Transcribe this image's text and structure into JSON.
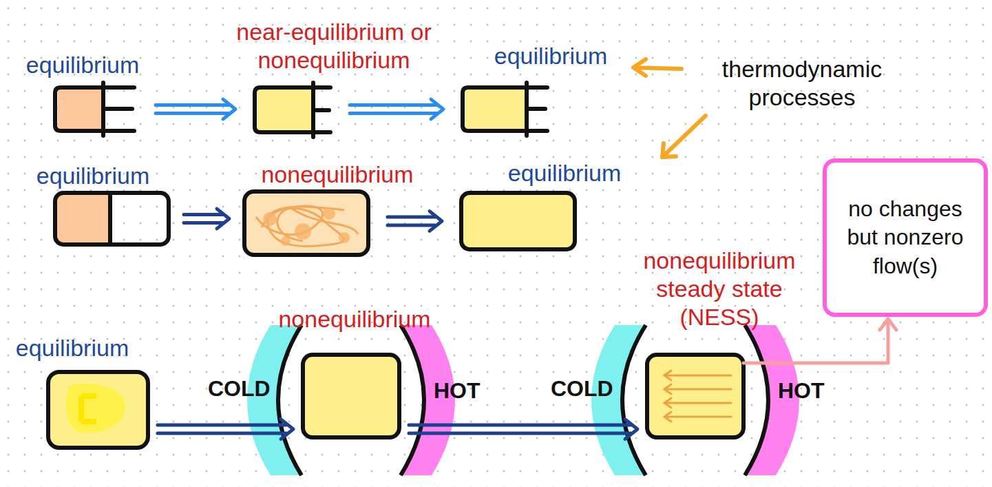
{
  "diagram": {
    "nodes": [
      {
        "text": [
          "equilibrium"
        ]
      },
      {
        "text": [
          "near-equilibrium or nonequilibrium"
        ]
      },
      {
        "text": [
          "equilibrium"
        ]
      },
      {
        "text": [
          "equilibrium"
        ]
      },
      {
        "text": [
          "nonequilibrium"
        ]
      },
      {
        "text": [
          "equilibrium"
        ]
      },
      {
        "text": [
          "equilibrium"
        ]
      },
      {
        "text": [
          "nonequilibrium"
        ]
      },
      {
        "text": [
          "nonequilibrium steady state (NESS)"
        ]
      },
      {
        "text": [
          "no changes but nonzero flow(s)"
        ]
      }
    ],
    "edges": [
      {
        "from": 0,
        "to": 1,
        "arrow": "to"
      },
      {
        "from": 1,
        "to": 2,
        "arrow": "to"
      },
      {
        "from": 3,
        "to": 4,
        "arrow": "to"
      },
      {
        "from": 4,
        "to": 5,
        "arrow": "to"
      },
      {
        "from": 6,
        "to": 7,
        "arrow": "to"
      },
      {
        "from": 7,
        "to": 8,
        "arrow": "to"
      },
      {
        "from": 8,
        "to": 9,
        "arrow": "to"
      }
    ],
    "labels": [
      "thermodynamic processes",
      "COLD",
      "HOT",
      "COLD",
      "HOT"
    ]
  }
}
